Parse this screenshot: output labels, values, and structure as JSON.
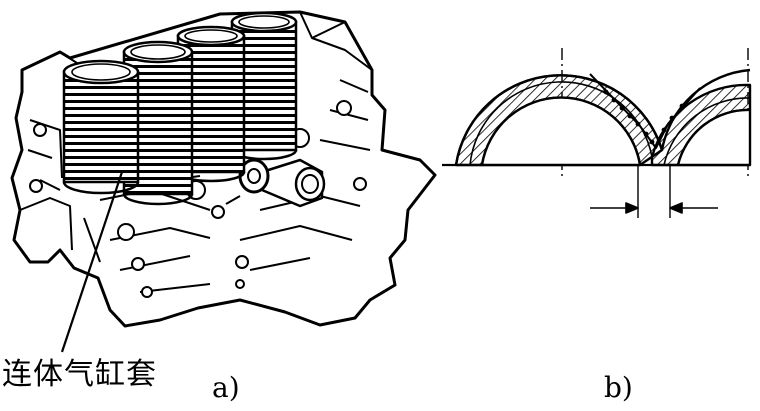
{
  "figure": {
    "panel_a": {
      "callout_label": "连体气缸套",
      "panel_label": "a)"
    },
    "panel_b": {
      "panel_label": "b)"
    },
    "colors": {
      "ink": "#000000",
      "paper": "#ffffff"
    }
  }
}
